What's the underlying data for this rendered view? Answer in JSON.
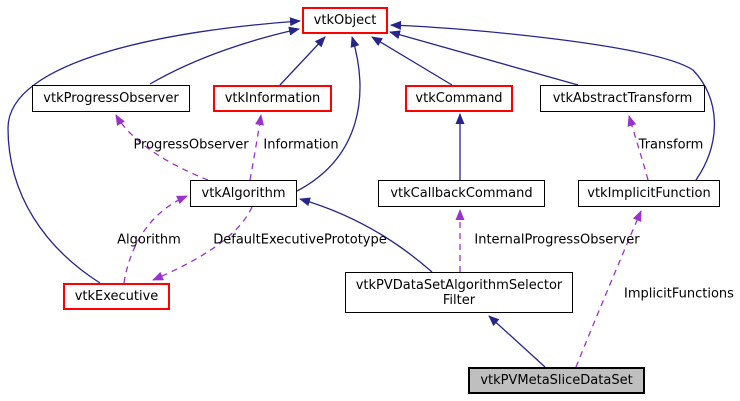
{
  "diagram": {
    "kind": "collaboration-graph",
    "focus_class": "vtkPVMetaSliceDataSet"
  },
  "colors": {
    "inheritance_edge": "#26258C",
    "usage_edge": "#9A32CD",
    "highlight_node_border": "#FF0000",
    "node_border": "#000000",
    "focus_node_fill": "#BFBFBF",
    "node_fill": "#FFFFFF",
    "background": "#FFFFFF"
  },
  "nodes": [
    {
      "label": "vtkObject",
      "style": "red"
    },
    {
      "label": "vtkProgressObserver",
      "style": "black"
    },
    {
      "label": "vtkInformation",
      "style": "red"
    },
    {
      "label": "vtkCommand",
      "style": "red"
    },
    {
      "label": "vtkAbstractTransform",
      "style": "black"
    },
    {
      "label": "vtkAlgorithm",
      "style": "black"
    },
    {
      "label": "vtkCallbackCommand",
      "style": "black"
    },
    {
      "label": "vtkImplicitFunction",
      "style": "black"
    },
    {
      "label": "vtkExecutive",
      "style": "red"
    },
    {
      "label": "vtkPVDataSetAlgorithmSelector\nFilter",
      "style": "black"
    },
    {
      "label": "vtkPVMetaSliceDataSet",
      "style": "focus"
    }
  ],
  "edge_labels": {
    "progress_observer": "ProgressObserver",
    "information": "Information",
    "transform": "Transform",
    "algorithm": "Algorithm",
    "default_executive_prototype": "DefaultExecutivePrototype",
    "internal_progress_observer": "InternalProgressObserver",
    "implicit_functions": "ImplicitFunctions"
  },
  "edges": [
    {
      "from": "vtkProgressObserver",
      "to": "vtkObject",
      "type": "inheritance"
    },
    {
      "from": "vtkInformation",
      "to": "vtkObject",
      "type": "inheritance"
    },
    {
      "from": "vtkCommand",
      "to": "vtkObject",
      "type": "inheritance"
    },
    {
      "from": "vtkAbstractTransform",
      "to": "vtkObject",
      "type": "inheritance"
    },
    {
      "from": "vtkAlgorithm",
      "to": "vtkObject",
      "type": "inheritance"
    },
    {
      "from": "vtkExecutive",
      "to": "vtkObject",
      "type": "inheritance"
    },
    {
      "from": "vtkImplicitFunction",
      "to": "vtkObject",
      "type": "inheritance"
    },
    {
      "from": "vtkCallbackCommand",
      "to": "vtkCommand",
      "type": "inheritance"
    },
    {
      "from": "vtkPVDataSetAlgorithmSelectorFilter",
      "to": "vtkAlgorithm",
      "type": "inheritance"
    },
    {
      "from": "vtkPVMetaSliceDataSet",
      "to": "vtkPVDataSetAlgorithmSelectorFilter",
      "type": "inheritance"
    },
    {
      "from": "vtkAlgorithm",
      "to": "vtkProgressObserver",
      "type": "usage",
      "label": "ProgressObserver"
    },
    {
      "from": "vtkAlgorithm",
      "to": "vtkInformation",
      "type": "usage",
      "label": "Information"
    },
    {
      "from": "vtkExecutive",
      "to": "vtkAlgorithm",
      "type": "usage",
      "label": "Algorithm"
    },
    {
      "from": "vtkAlgorithm",
      "to": "vtkExecutive",
      "type": "usage",
      "label": "DefaultExecutivePrototype"
    },
    {
      "from": "vtkPVDataSetAlgorithmSelectorFilter",
      "to": "vtkCallbackCommand",
      "type": "usage",
      "label": "InternalProgressObserver"
    },
    {
      "from": "vtkImplicitFunction",
      "to": "vtkAbstractTransform",
      "type": "usage",
      "label": "Transform"
    },
    {
      "from": "vtkPVMetaSliceDataSet",
      "to": "vtkImplicitFunction",
      "type": "usage",
      "label": "ImplicitFunctions"
    }
  ]
}
